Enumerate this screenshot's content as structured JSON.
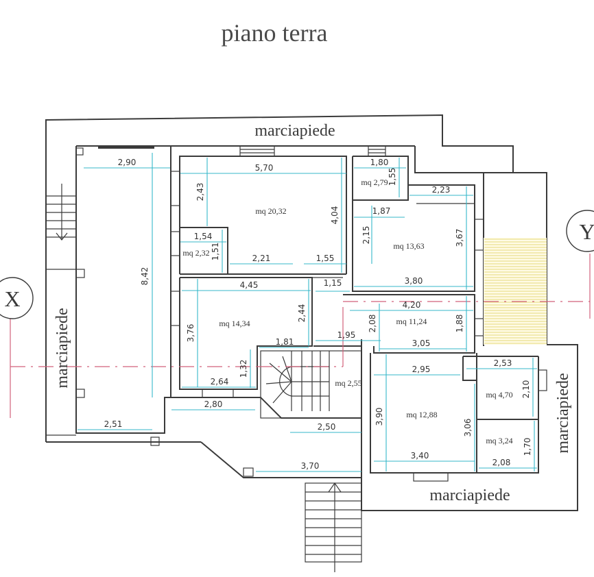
{
  "title": "piano terra",
  "sidewalk_label": "marciapiede",
  "section_markers": {
    "left": "X",
    "right": "Y"
  },
  "colors": {
    "walls": "#3a3a3a",
    "dimensions": "#35b7c9",
    "section_line": "#d2607a",
    "hatch": "#e6d97a"
  },
  "rooms": [
    {
      "id": "room-2032",
      "area": "mq 20,32"
    },
    {
      "id": "room-232",
      "area": "mq 2,32"
    },
    {
      "id": "room-279",
      "area": "mq 2,79"
    },
    {
      "id": "room-1363",
      "area": "mq 13,63"
    },
    {
      "id": "room-1434",
      "area": "mq 14,34"
    },
    {
      "id": "room-1124",
      "area": "mq 11,24"
    },
    {
      "id": "room-255",
      "area": "mq 2,55"
    },
    {
      "id": "room-1288",
      "area": "mq 12,88"
    },
    {
      "id": "room-470",
      "area": "mq 4,70"
    },
    {
      "id": "room-324",
      "area": "mq 3,24"
    }
  ],
  "dimensions": {
    "d290": "2,90",
    "d842": "8,42",
    "d251": "2,51",
    "d570": "5,70",
    "d243": "2,43",
    "d404": "4,04",
    "d154": "1,54",
    "d151": "1,51",
    "d221": "2,21",
    "d155b": "1,55",
    "d180": "1,80",
    "d155": "1,55",
    "d223": "2,23",
    "d187": "1,87",
    "d215": "2,15",
    "d367": "3,67",
    "d380": "3,80",
    "d445": "4,45",
    "d376": "3,76",
    "d244": "2,44",
    "d181": "1,81",
    "d132": "1,32",
    "d264": "2,64",
    "d115": "1,15",
    "d195": "1,95",
    "d420": "4,20",
    "d208a": "2,08",
    "d188": "1,88",
    "d305": "3,05",
    "d280": "2,80",
    "d250": "2,50",
    "d370": "3,70",
    "d295": "2,95",
    "d390": "3,90",
    "d306": "3,06",
    "d340": "3,40",
    "d253": "2,53",
    "d210": "2,10",
    "d170": "1,70",
    "d208b": "2,08"
  }
}
